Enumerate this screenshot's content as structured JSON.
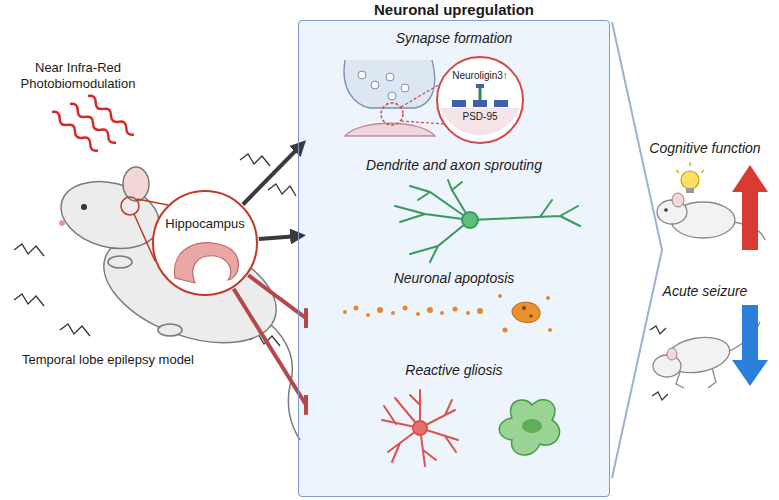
{
  "diagram": {
    "nodes": [
      {
        "text": [
          "Hippocampus"
        ]
      },
      {
        "text": [
          "Neuronal upregulation"
        ]
      },
      {
        "text": [
          "Synapse formation"
        ],
        "in": 1
      },
      {
        "text": [
          "Neuroligin3↑",
          "PSD-95"
        ],
        "in": 2
      },
      {
        "text": [
          "Dendrite and axon sprouting"
        ],
        "in": 1
      },
      {
        "text": [
          "Neuronal apoptosis"
        ],
        "in": 1
      },
      {
        "text": [
          "Reactive gliosis"
        ],
        "in": 1
      }
    ],
    "edges": [
      {
        "from": 0,
        "to": 2,
        "arrow": "to"
      },
      {
        "from": 0,
        "to": 4,
        "arrow": "to"
      },
      {
        "from": 0,
        "to": 5,
        "arrow": "to"
      },
      {
        "from": 0,
        "to": 6,
        "arrow": "to"
      }
    ],
    "labels": [
      "Near Infra-Red Photobiomodulation",
      "Temporal lobe epilepsy model",
      "Cognitive function",
      "Acute seizure"
    ]
  }
}
